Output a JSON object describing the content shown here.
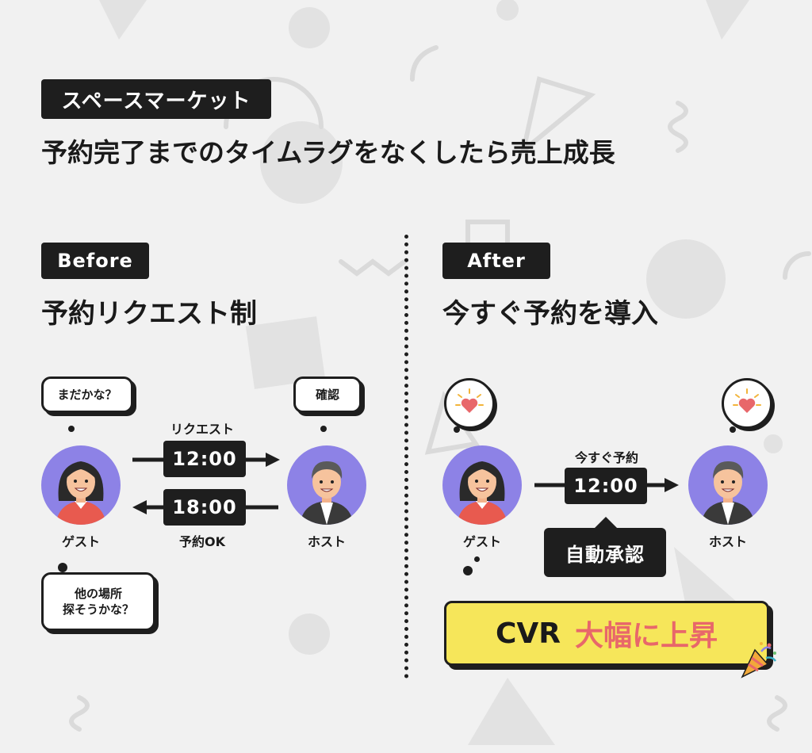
{
  "header": {
    "brand": "スペースマーケット",
    "title": "予約完了までのタイムラグをなくしたら売上成長"
  },
  "before": {
    "tag": "Before",
    "heading": "予約リクエスト制",
    "guest_bubble": "まだかな？",
    "host_bubble": "確認",
    "request_label": "リクエスト",
    "request_time": "12:00",
    "reply_time": "18:00",
    "reply_label": "予約OK",
    "guest_label": "ゲスト",
    "host_label": "ホスト",
    "worry_line1": "他の場所",
    "worry_line2": "探そうかな？"
  },
  "after": {
    "tag": "After",
    "heading": "今すぐ予約を導入",
    "instant_label": "今すぐ予約",
    "instant_time": "12:00",
    "auto_approve": "自動承認",
    "guest_label": "ゲスト",
    "host_label": "ホスト",
    "result_prefix": "CVR",
    "result_text": "大幅に上昇"
  },
  "colors": {
    "background": "#f1f1f1",
    "dark": "#1e1e1e",
    "avatar_bg": "#8d82e6",
    "highlight_yellow": "#f6e65a",
    "accent_red": "#e8676a"
  },
  "icons": [
    "heart-icon",
    "party-popper-icon"
  ]
}
